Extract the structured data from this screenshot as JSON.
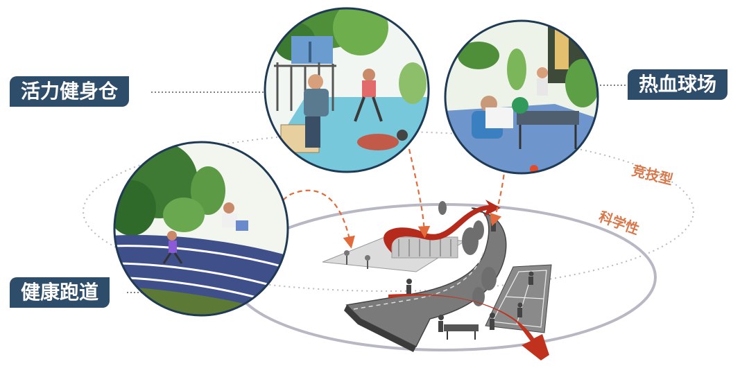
{
  "labels": {
    "fitness_pod": "活力健身仓",
    "sports_court": "热血球场",
    "running_track": "健康跑道"
  },
  "rings": {
    "competitive": "竞技型",
    "scientific": "科学性"
  },
  "colors": {
    "label_bg": "#2e4d6b",
    "ring_text": "#d9784a",
    "arrow": "#e26a3b",
    "big_arrow": "#c0321e",
    "ellipse": "#b8b8c4"
  }
}
